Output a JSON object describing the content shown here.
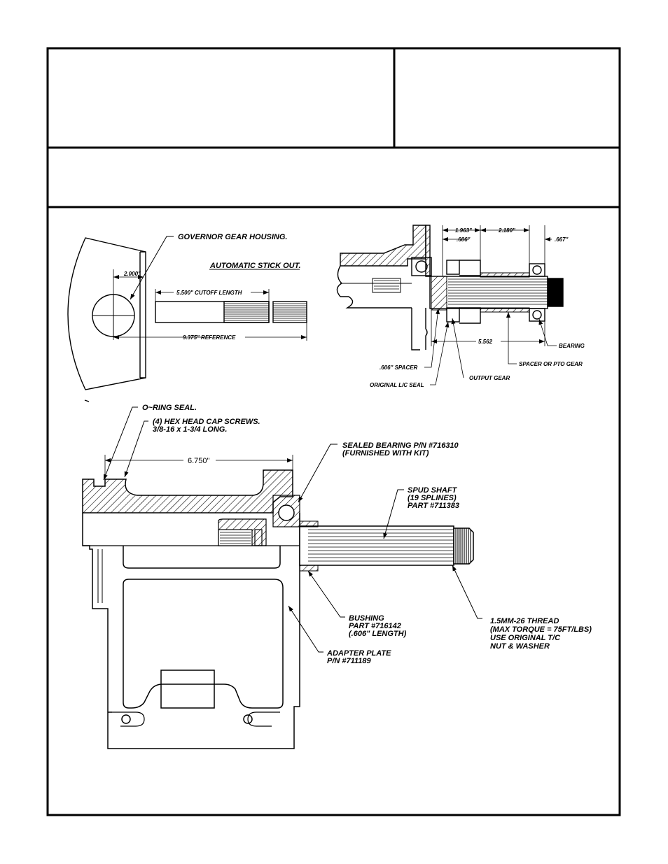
{
  "upper_left": {
    "governor_housing": "GOVERNOR GEAR HOUSING.",
    "stick_out_title": "AUTOMATIC STICK OUT.",
    "dim_2000": "2.000\"",
    "dim_5500": "5.500\" CUTOFF LENGTH",
    "dim_9375": "9.375\" REFERENCE"
  },
  "upper_right": {
    "dim_1963": "1.963\"",
    "dim_606": ".606\"",
    "dim_2180": "2.180\"",
    "dim_667": ".667\"",
    "dim_5562": "5.562",
    "bearing": "BEARING",
    "spacer_pto": "SPACER OR PTO GEAR",
    "spacer_606": ".606\" SPACER",
    "original_seal": "ORIGINAL L/C SEAL",
    "output_gear": "OUTPUT GEAR"
  },
  "lower": {
    "oring": "O~RING SEAL.",
    "screws_1": "(4) HEX HEAD CAP SCREWS.",
    "screws_2": "3/8-16 x 1-3/4 LONG.",
    "dim_6750": "6.750\"",
    "sealed_bearing_1": "SEALED BEARING P/N #716310",
    "sealed_bearing_2": "(FURNISHED WITH KIT)",
    "spud_1": "SPUD SHAFT",
    "spud_2": "(19 SPLINES)",
    "spud_3": "PART #711383",
    "bushing_1": "BUSHING",
    "bushing_2": "PART #716142",
    "bushing_3": "(.606\" LENGTH)",
    "thread_1": "1.5MM-26 THREAD",
    "thread_2": "(MAX TORQUE = 75FT/LBS)",
    "thread_3": "USE ORIGINAL T/C",
    "thread_4": "NUT & WASHER",
    "adapter_1": "ADAPTER PLATE",
    "adapter_2": "P/N #711189"
  }
}
